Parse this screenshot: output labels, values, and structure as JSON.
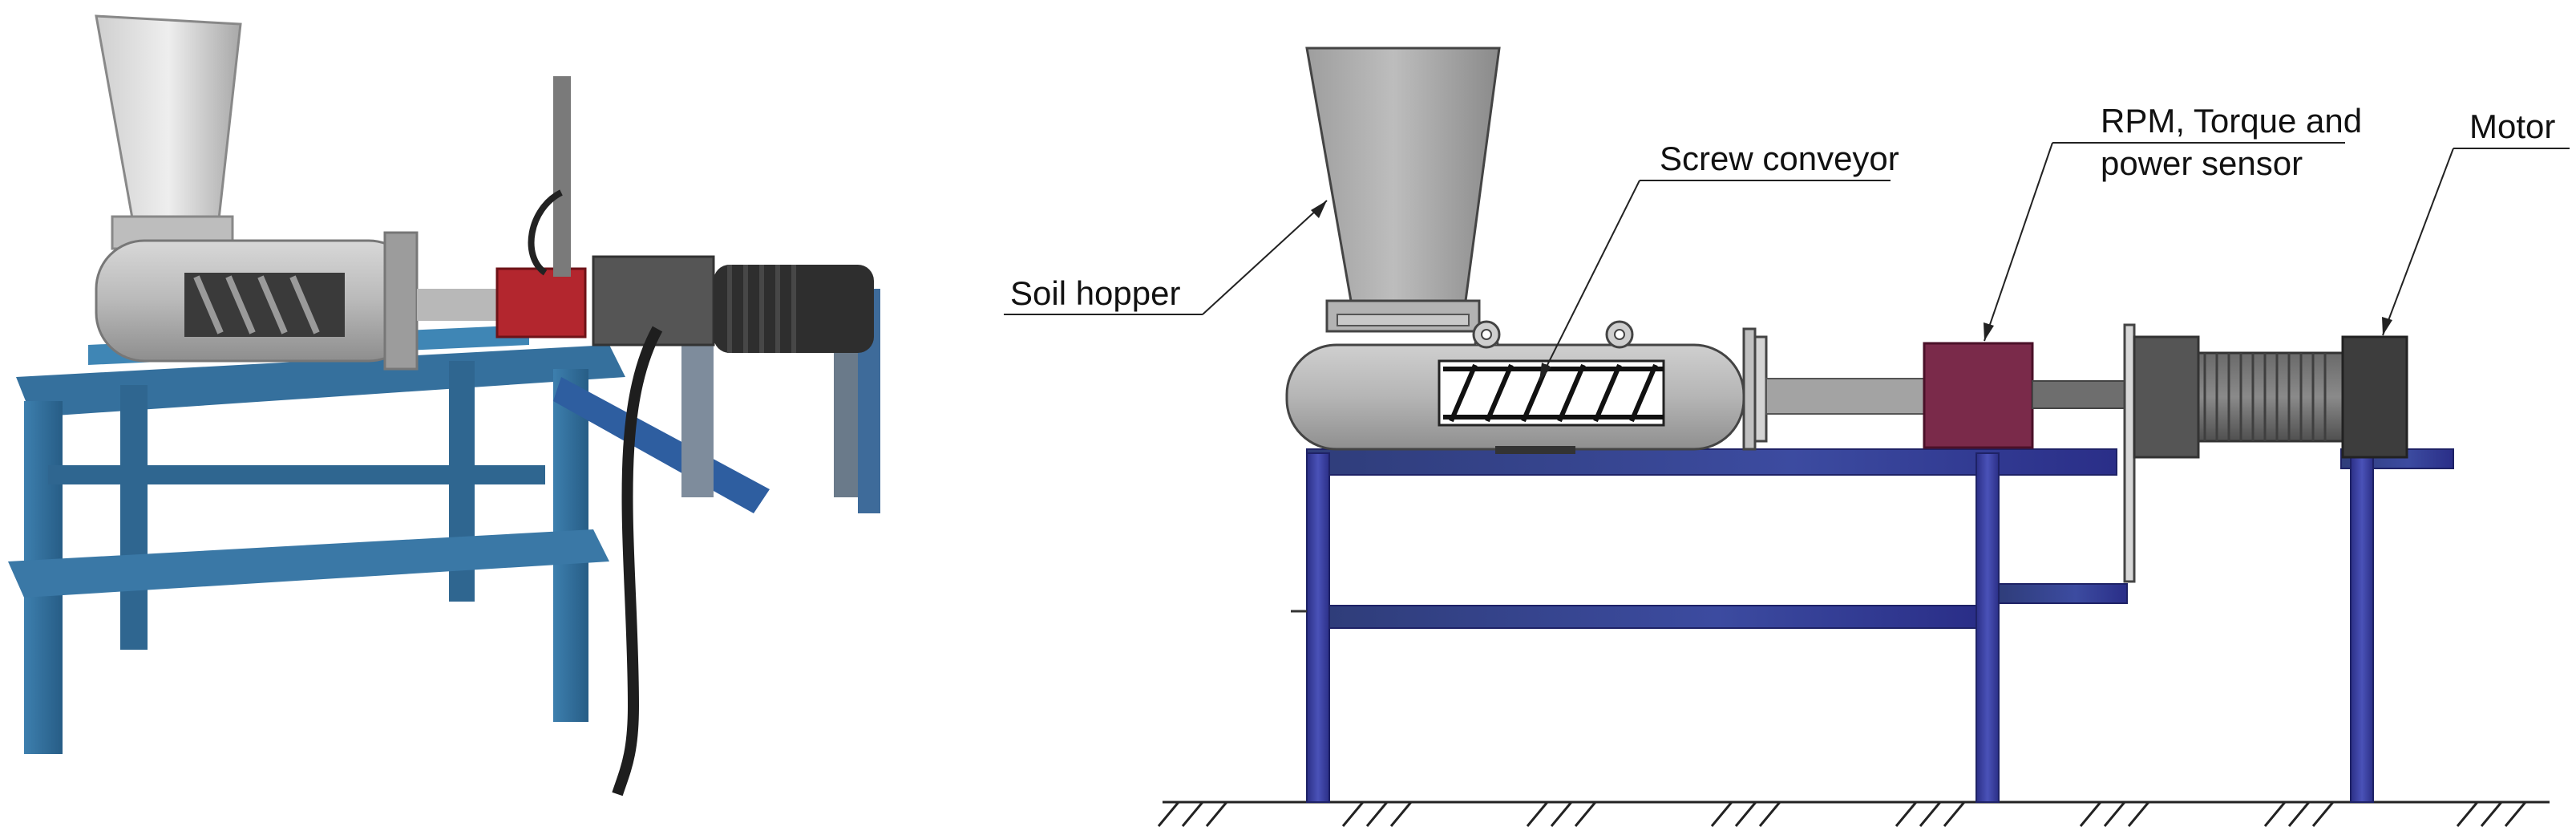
{
  "labels": {
    "soil_hopper": "Soil hopper",
    "screw_conveyor": "Screw conveyor",
    "sensor_line1": "RPM, Torque and",
    "sensor_line2": "power sensor",
    "motor": "Motor"
  },
  "colors": {
    "frame_blue": "#2a2f8f",
    "photo_frame_blue": "#2f6f9f",
    "steel_gray": "#a9a9a9",
    "sensor_maroon": "#7a2a4a",
    "motor_dark": "#4a4a4a",
    "photo_sensor_red": "#b3262e"
  }
}
